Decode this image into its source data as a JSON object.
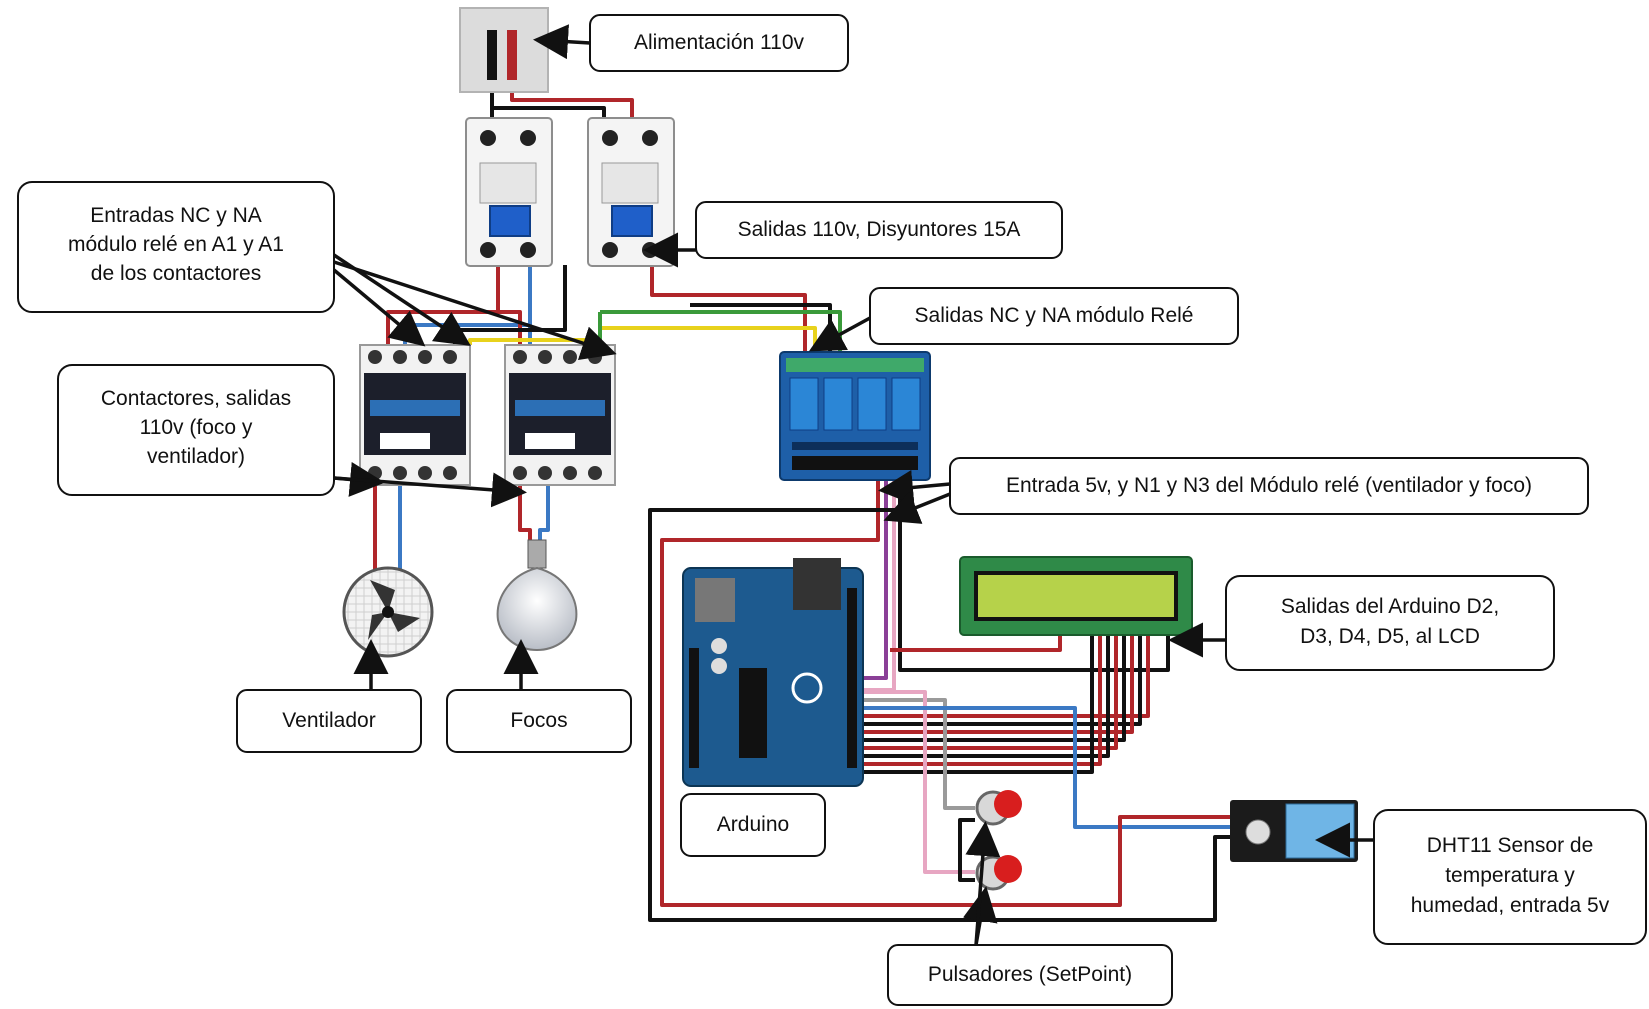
{
  "labels": {
    "alimentacion": "Alimentación 110v",
    "salidas_disyuntores": "Salidas 110v, Disyuntores 15A",
    "entradas_nc_na": [
      "Entradas NC y NA",
      "módulo relé en A1 y A1",
      "de los contactores"
    ],
    "salidas_nc_na_rele": "Salidas NC y NA módulo Relé",
    "contactores": [
      "Contactores, salidas",
      "110v (foco y",
      "ventilador)"
    ],
    "entrada_5v": "Entrada 5v, y N1 y N3 del Módulo relé (ventilador y foco)",
    "salidas_arduino": [
      "Salidas del Arduino D2,",
      "D3, D4, D5, al LCD"
    ],
    "ventilador": "Ventilador",
    "focos": "Focos",
    "arduino": "Arduino",
    "dht11": [
      "DHT11 Sensor de",
      "temperatura y",
      "humedad, entrada 5v"
    ],
    "pulsadores": "Pulsadores (SetPoint)"
  },
  "colors": {
    "wire_red": "#b0262a",
    "wire_blue": "#3b79c4",
    "wire_black": "#111111",
    "wire_yellow": "#e8d21c",
    "wire_green": "#3a9a3a",
    "wire_pink": "#e7a6c2",
    "wire_purple": "#8a3f97",
    "arduino_blue": "#1d5a8f",
    "relay_blue": "#2c6fb5",
    "breaker_blue": "#1f5fc9",
    "lcd_green": "#b6d24a",
    "button_red": "#d81e1e"
  }
}
